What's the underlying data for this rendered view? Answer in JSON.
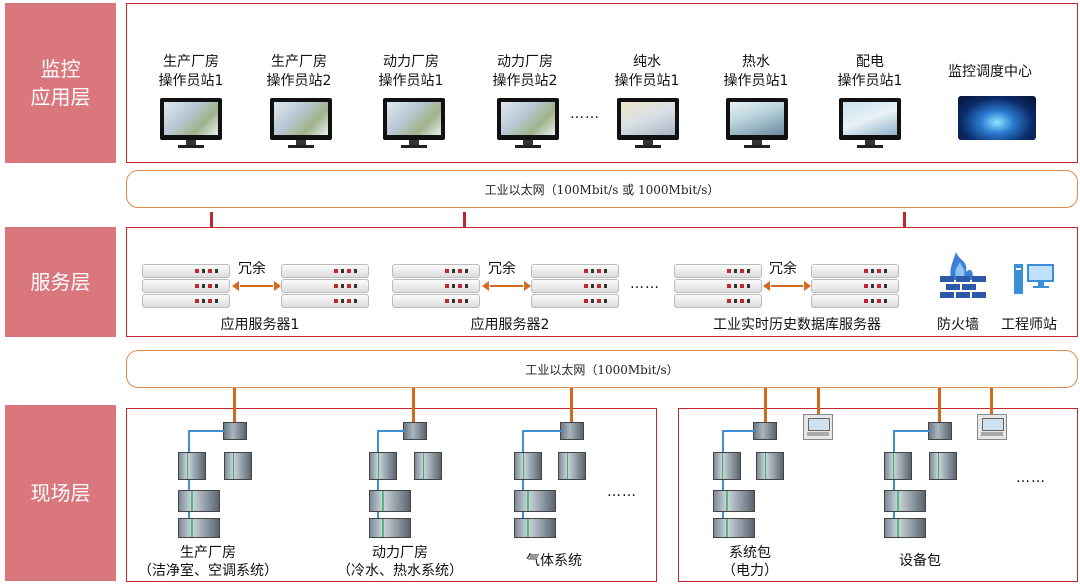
{
  "layers": {
    "monitor": [
      "监控",
      "应用层"
    ],
    "service": "服务层",
    "field": "现场层"
  },
  "workstations": [
    {
      "line1": "生产厂房",
      "line2": "操作员站1",
      "icon": "monitor-icon"
    },
    {
      "line1": "生产厂房",
      "line2": "操作员站2",
      "icon": "monitor-icon"
    },
    {
      "line1": "动力厂房",
      "line2": "操作员站1",
      "icon": "monitor-icon"
    },
    {
      "line1": "动力厂房",
      "line2": "操作员站2",
      "icon": "monitor-icon"
    },
    {
      "line1": "纯水",
      "line2": "操作员站1",
      "icon": "monitor-icon"
    },
    {
      "line1": "热水",
      "line2": "操作员站1",
      "icon": "monitor-icon"
    },
    {
      "line1": "配电",
      "line2": "操作员站1",
      "icon": "monitor-icon"
    }
  ],
  "monitor_ellipsis": "……",
  "control_center": "监控调度中心",
  "bus_top": "工业以太网（100Mbit/s 或 1000Mbit/s）",
  "bus_bottom": "工业以太网（1000Mbit/s）",
  "servers": {
    "redundancy": "冗余",
    "groups": [
      "应用服务器1",
      "应用服务器2",
      "工业实时历史数据库服务器"
    ],
    "ellipsis": "……",
    "firewall": "防火墙",
    "engineer_station": "工程师站"
  },
  "field": {
    "systems": [
      {
        "line1": "生产厂房",
        "line2": "（洁净室、空调系统）"
      },
      {
        "line1": "动力厂房",
        "line2": "（冷水、热水系统）"
      },
      {
        "line1": "气体系统",
        "line2": ""
      },
      {
        "line1": "系统包",
        "line2": "（电力）"
      },
      {
        "line1": "设备包",
        "line2": ""
      }
    ],
    "ellipsis_left": "……",
    "ellipsis_right": "……"
  },
  "colors": {
    "layer_label_bg": "#d9777c",
    "frame_border": "#c0282f",
    "bus_border": "#e08a4f",
    "link_orange": "#d2691e",
    "link_blue": "#3d8fd1"
  }
}
